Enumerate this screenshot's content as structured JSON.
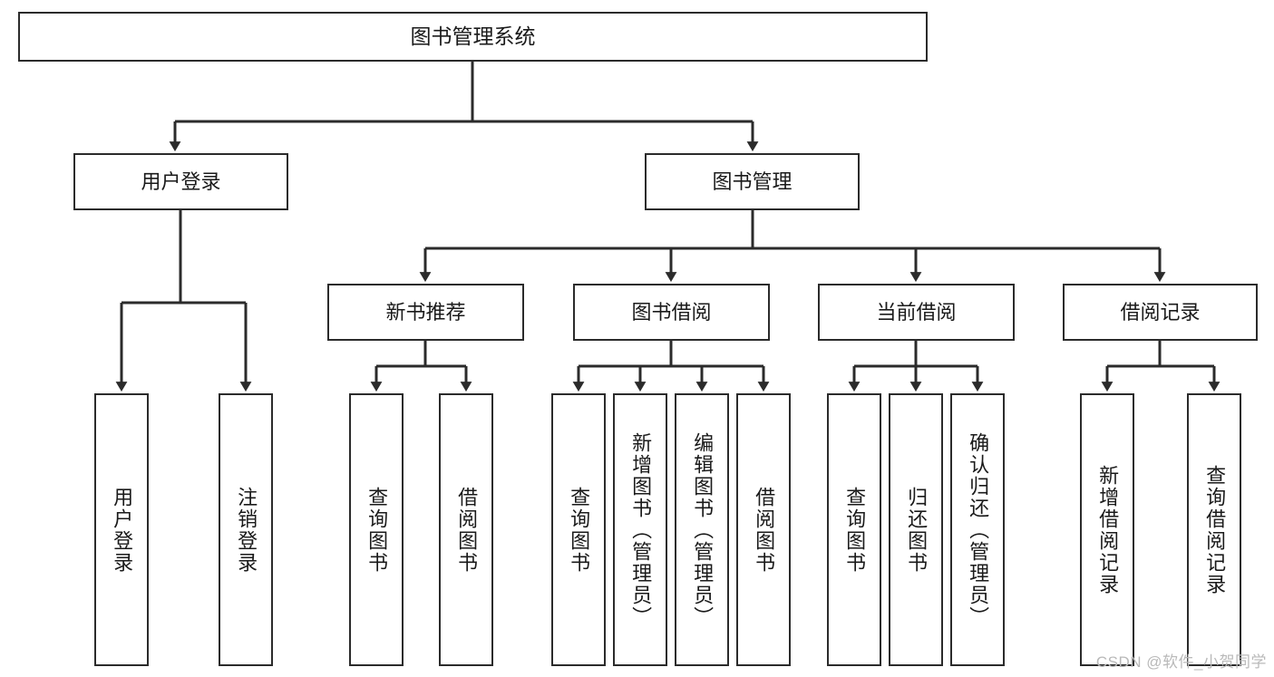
{
  "diagram": {
    "title": "图书管理系统",
    "type": "tree-hierarchy",
    "root": {
      "id": "root",
      "label": "图书管理系统"
    },
    "level2": [
      {
        "id": "user-login",
        "label": "用户登录"
      },
      {
        "id": "book-manage",
        "label": "图书管理"
      }
    ],
    "level3": [
      {
        "id": "new-book-rec",
        "label": "新书推荐",
        "parent": "book-manage"
      },
      {
        "id": "book-borrow",
        "label": "图书借阅",
        "parent": "book-manage"
      },
      {
        "id": "current-borrow",
        "label": "当前借阅",
        "parent": "book-manage"
      },
      {
        "id": "borrow-record",
        "label": "借阅记录",
        "parent": "book-manage"
      }
    ],
    "leaves": [
      {
        "id": "leaf-user-login",
        "label": "用户登录",
        "parent": "user-login"
      },
      {
        "id": "leaf-user-logout",
        "label": "注销登录",
        "parent": "user-login"
      },
      {
        "id": "leaf-rec-query",
        "label": "查询图书",
        "parent": "new-book-rec"
      },
      {
        "id": "leaf-rec-borrow",
        "label": "借阅图书",
        "parent": "new-book-rec"
      },
      {
        "id": "leaf-borrow-query",
        "label": "查询图书",
        "parent": "book-borrow"
      },
      {
        "id": "leaf-borrow-add",
        "label": "新增图书（管理员）",
        "parent": "book-borrow"
      },
      {
        "id": "leaf-borrow-edit",
        "label": "编辑图书（管理员）",
        "parent": "book-borrow"
      },
      {
        "id": "leaf-borrow-lend",
        "label": "借阅图书",
        "parent": "book-borrow"
      },
      {
        "id": "leaf-cur-query",
        "label": "查询图书",
        "parent": "current-borrow"
      },
      {
        "id": "leaf-cur-return",
        "label": "归还图书",
        "parent": "current-borrow"
      },
      {
        "id": "leaf-cur-confirm",
        "label": "确认归还（管理员）",
        "parent": "current-borrow"
      },
      {
        "id": "leaf-rec-add",
        "label": "新增借阅记录",
        "parent": "borrow-record"
      },
      {
        "id": "leaf-rec-query2",
        "label": "查询借阅记录",
        "parent": "borrow-record"
      }
    ],
    "watermark": "CSDN @软件_小贺同学",
    "colors": {
      "stroke": "#2b2b2b",
      "fill": "#ffffff",
      "text": "#1a1a1a",
      "watermark": "#b9b9b9"
    }
  }
}
